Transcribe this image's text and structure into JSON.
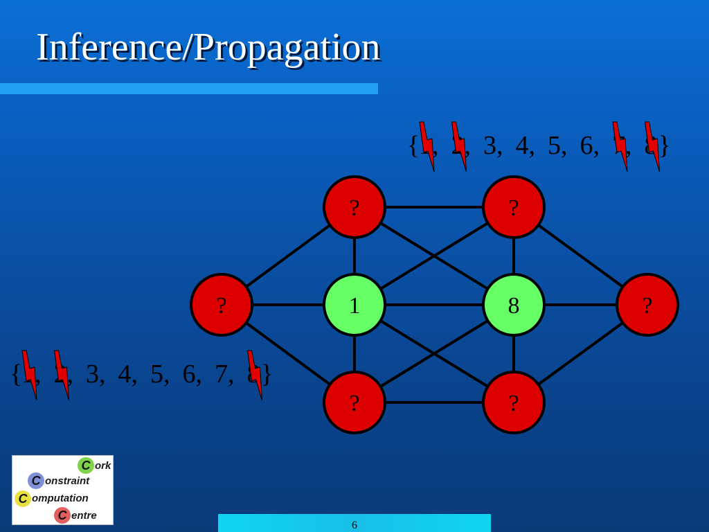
{
  "slide": {
    "title": "Inference/Propagation",
    "page_number": "6"
  },
  "colors": {
    "unassigned_node": "#dd0000",
    "assigned_node": "#66ff66",
    "edge": "#000000",
    "bolt": "#e00000"
  },
  "graph": {
    "nodes": [
      {
        "id": "top-left",
        "label": "?",
        "state": "unassigned"
      },
      {
        "id": "top-right",
        "label": "?",
        "state": "unassigned"
      },
      {
        "id": "far-left",
        "label": "?",
        "state": "unassigned"
      },
      {
        "id": "center-left",
        "label": "1",
        "state": "assigned"
      },
      {
        "id": "center-right",
        "label": "8",
        "state": "assigned"
      },
      {
        "id": "far-right",
        "label": "?",
        "state": "unassigned"
      },
      {
        "id": "bottom-left",
        "label": "?",
        "state": "unassigned"
      },
      {
        "id": "bottom-right",
        "label": "?",
        "state": "unassigned"
      }
    ],
    "edges": [
      [
        "far-left",
        "top-left"
      ],
      [
        "far-left",
        "center-left"
      ],
      [
        "far-left",
        "bottom-left"
      ],
      [
        "top-left",
        "top-right"
      ],
      [
        "top-left",
        "center-left"
      ],
      [
        "top-left",
        "center-right"
      ],
      [
        "center-left",
        "top-right"
      ],
      [
        "center-left",
        "center-right"
      ],
      [
        "center-left",
        "bottom-right"
      ],
      [
        "bottom-left",
        "center-left"
      ],
      [
        "bottom-left",
        "center-right"
      ],
      [
        "bottom-left",
        "bottom-right"
      ],
      [
        "top-right",
        "center-right"
      ],
      [
        "bottom-right",
        "center-right"
      ],
      [
        "top-right",
        "far-right"
      ],
      [
        "center-right",
        "far-right"
      ],
      [
        "bottom-right",
        "far-right"
      ]
    ]
  },
  "domains": {
    "top": {
      "open": "{",
      "close": "}",
      "values": [
        "1",
        "2",
        "3",
        "4",
        "5",
        "6",
        "7",
        "8"
      ],
      "struck": [
        "1",
        "2",
        "7",
        "8"
      ]
    },
    "bottom": {
      "open": "{",
      "close": "}",
      "values": [
        "1",
        "2",
        "3",
        "4",
        "5",
        "6",
        "7",
        "8"
      ],
      "struck": [
        "1",
        "2",
        "8"
      ]
    }
  },
  "logo": {
    "lines": [
      "ork",
      "onstraint",
      "omputation",
      "entre"
    ],
    "letter": "C"
  }
}
